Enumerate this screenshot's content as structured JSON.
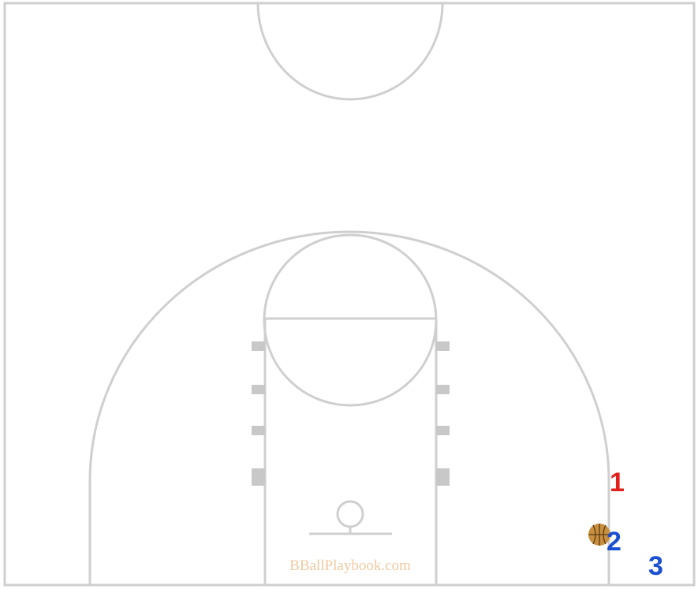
{
  "court": {
    "line_color": "#cfcfcf",
    "background": "#ffffff",
    "block_color": "#c8c8c8"
  },
  "players": [
    {
      "label": "1",
      "team": "offense",
      "color": "#e0211c"
    },
    {
      "label": "2",
      "team": "defense",
      "color": "#1a4fd0",
      "has_ball": true
    },
    {
      "label": "3",
      "team": "defense",
      "color": "#1a4fd0"
    }
  ],
  "ball": {
    "icon": "basketball-icon",
    "color": "#c8903f"
  },
  "watermark": {
    "text": "BBallPlaybook.com",
    "color": "#f0c9a0"
  }
}
